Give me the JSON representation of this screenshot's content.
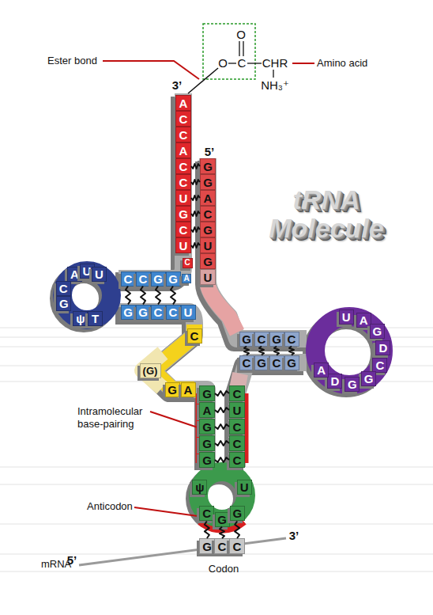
{
  "diagram": {
    "title": "tRNA Molecule",
    "nodes": [
      {
        "text": [
          "A"
        ]
      },
      {
        "text": [
          "C"
        ]
      },
      {
        "text": [
          "C"
        ]
      },
      {
        "text": [
          "A"
        ]
      },
      {
        "text": [
          "C"
        ]
      },
      {
        "text": [
          "C"
        ]
      },
      {
        "text": [
          "U"
        ]
      },
      {
        "text": [
          "G"
        ]
      },
      {
        "text": [
          "C"
        ]
      },
      {
        "text": [
          "U"
        ]
      },
      {
        "text": [
          "C"
        ]
      },
      {
        "text": [
          "G"
        ]
      },
      {
        "text": [
          "G"
        ]
      },
      {
        "text": [
          "A"
        ]
      },
      {
        "text": [
          "C"
        ]
      },
      {
        "text": [
          "G"
        ]
      },
      {
        "text": [
          "U"
        ]
      },
      {
        "text": [
          "G"
        ]
      },
      {
        "text": [
          "U"
        ]
      },
      {
        "text": [
          "G"
        ]
      },
      {
        "text": [
          "C"
        ]
      },
      {
        "text": [
          "G"
        ]
      },
      {
        "text": [
          "C"
        ]
      },
      {
        "text": [
          "U"
        ]
      },
      {
        "text": [
          "A"
        ]
      },
      {
        "text": [
          "G"
        ]
      },
      {
        "text": [
          "D"
        ]
      },
      {
        "text": [
          "C"
        ]
      },
      {
        "text": [
          "G"
        ]
      },
      {
        "text": [
          "G"
        ]
      },
      {
        "text": [
          "D"
        ]
      },
      {
        "text": [
          "A"
        ]
      },
      {
        "text": [
          "C"
        ]
      },
      {
        "text": [
          "G"
        ]
      },
      {
        "text": [
          "C"
        ]
      },
      {
        "text": [
          "G"
        ]
      },
      {
        "text": [
          "C"
        ]
      },
      {
        "text": [
          "C"
        ]
      },
      {
        "text": [
          "G"
        ]
      },
      {
        "text": [
          "G"
        ]
      },
      {
        "text": [
          "A"
        ]
      },
      {
        "text": [
          "A"
        ]
      },
      {
        "text": [
          "U"
        ]
      },
      {
        "text": [
          "U"
        ]
      },
      {
        "text": [
          "C"
        ]
      },
      {
        "text": [
          "G"
        ]
      },
      {
        "text": [
          "ψ"
        ]
      },
      {
        "text": [
          "T"
        ]
      },
      {
        "text": [
          "G"
        ]
      },
      {
        "text": [
          "G"
        ]
      },
      {
        "text": [
          "C"
        ]
      },
      {
        "text": [
          "C"
        ]
      },
      {
        "text": [
          "U"
        ]
      },
      {
        "text": [
          "C"
        ]
      },
      {
        "text": [
          "(G)"
        ]
      },
      {
        "text": [
          "G"
        ]
      },
      {
        "text": [
          "A"
        ]
      },
      {
        "text": [
          "G"
        ]
      },
      {
        "text": [
          "A"
        ]
      },
      {
        "text": [
          "G"
        ]
      },
      {
        "text": [
          "G"
        ]
      },
      {
        "text": [
          "G"
        ]
      },
      {
        "text": [
          "C"
        ]
      },
      {
        "text": [
          "U"
        ]
      },
      {
        "text": [
          "C"
        ]
      },
      {
        "text": [
          "C"
        ]
      },
      {
        "text": [
          "C"
        ]
      },
      {
        "text": [
          "ψ"
        ]
      },
      {
        "text": [
          "C"
        ]
      },
      {
        "text": [
          "G"
        ]
      },
      {
        "text": [
          "G"
        ]
      },
      {
        "text": [
          "U"
        ]
      },
      {
        "text": [
          "G"
        ]
      },
      {
        "text": [
          "C"
        ]
      },
      {
        "text": [
          "C"
        ]
      }
    ],
    "edges": [
      {
        "from": 11,
        "to": 4,
        "arrow": "none"
      },
      {
        "from": 12,
        "to": 5,
        "arrow": "none"
      },
      {
        "from": 13,
        "to": 6,
        "arrow": "none"
      },
      {
        "from": 14,
        "to": 7,
        "arrow": "none"
      },
      {
        "from": 15,
        "to": 8,
        "arrow": "none"
      },
      {
        "from": 16,
        "to": 9,
        "arrow": "none"
      },
      {
        "from": 36,
        "to": 48,
        "arrow": "none"
      },
      {
        "from": 37,
        "to": 49,
        "arrow": "none"
      },
      {
        "from": 38,
        "to": 50,
        "arrow": "none"
      },
      {
        "from": 39,
        "to": 51,
        "arrow": "none"
      },
      {
        "from": 19,
        "to": 32,
        "arrow": "none"
      },
      {
        "from": 20,
        "to": 33,
        "arrow": "none"
      },
      {
        "from": 21,
        "to": 34,
        "arrow": "none"
      },
      {
        "from": 22,
        "to": 35,
        "arrow": "none"
      },
      {
        "from": 57,
        "to": 62,
        "arrow": "none"
      },
      {
        "from": 58,
        "to": 63,
        "arrow": "none"
      },
      {
        "from": 59,
        "to": 64,
        "arrow": "none"
      },
      {
        "from": 60,
        "to": 65,
        "arrow": "none"
      },
      {
        "from": 61,
        "to": 66,
        "arrow": "none"
      },
      {
        "from": 68,
        "to": 72,
        "arrow": "none"
      },
      {
        "from": 69,
        "to": 73,
        "arrow": "none"
      },
      {
        "from": 70,
        "to": 74,
        "arrow": "none"
      }
    ],
    "labels": [
      "Ester bond",
      "3’",
      "O",
      "O",
      "C",
      "CHR",
      "NH₃⁺",
      "Amino acid",
      "5’",
      "Intramolecular base-pairing",
      "Anticodon",
      "mRNA",
      "5’",
      "Codon",
      "3’"
    ]
  }
}
